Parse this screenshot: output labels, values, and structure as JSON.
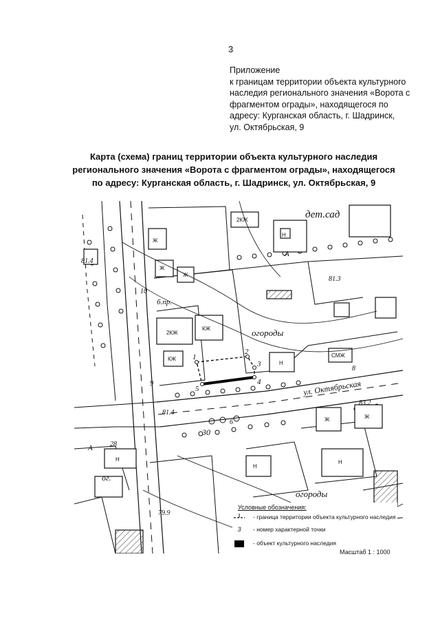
{
  "page_number": "3",
  "appendix": {
    "lines": [
      "Приложение",
      "к границам территории объекта культурного",
      "наследия регионального значения «Ворота с",
      "фрагментом ограды», находящегося по",
      "адресу: Курганская область, г. Шадринск,",
      "ул. Октябрьская, 9"
    ]
  },
  "map_title": {
    "lines": [
      "Карта (схема) границ территории объекта культурного наследия",
      "регионального значения «Ворота с фрагментом ограды», находящегося",
      "по адресу: Курганская область, г. Шадринск, ул. Октябрьская, 9"
    ]
  },
  "map": {
    "labels": {
      "kindergarten": "дет.сад",
      "street": "ул. Октябрьская",
      "gardens_1": "огороды",
      "gardens_2": "огороды",
      "gardens_abbr": "ог.",
      "b_pr": "б.пр.",
      "height_813": "81.3",
      "height_814_left": "81.4",
      "height_832": "83.2",
      "height_814": "81.4",
      "height_799": "79.9",
      "house_30": "30",
      "house_28": "28",
      "house_9": "9",
      "house_10": "10",
      "house_8": "8",
      "house_6": "6",
      "letter_a1": "А",
      "letter_a2": "А",
      "letter_a3": "А",
      "bldg_2kzh_top": "2КЖ",
      "bldg_2kzh": "2КЖ",
      "bldg_kzh": "КЖ",
      "bldg_kzh_small": "КЖ",
      "bldg_smzh": "СМЖ",
      "bldg_zh": "Ж",
      "bldg_n": "Н"
    },
    "point_numbers": [
      "1",
      "2",
      "3",
      "4",
      "5"
    ]
  },
  "legend": {
    "title": "Условные обозначения:",
    "items": [
      {
        "symbol": "",
        "text": "- граница территории объекта культурного наследия"
      },
      {
        "symbol": "3",
        "text": "- номер характерной точки"
      },
      {
        "symbol": "",
        "text": "- объект   культурного наследия"
      }
    ]
  },
  "scale": "Масштаб 1 : 1000"
}
